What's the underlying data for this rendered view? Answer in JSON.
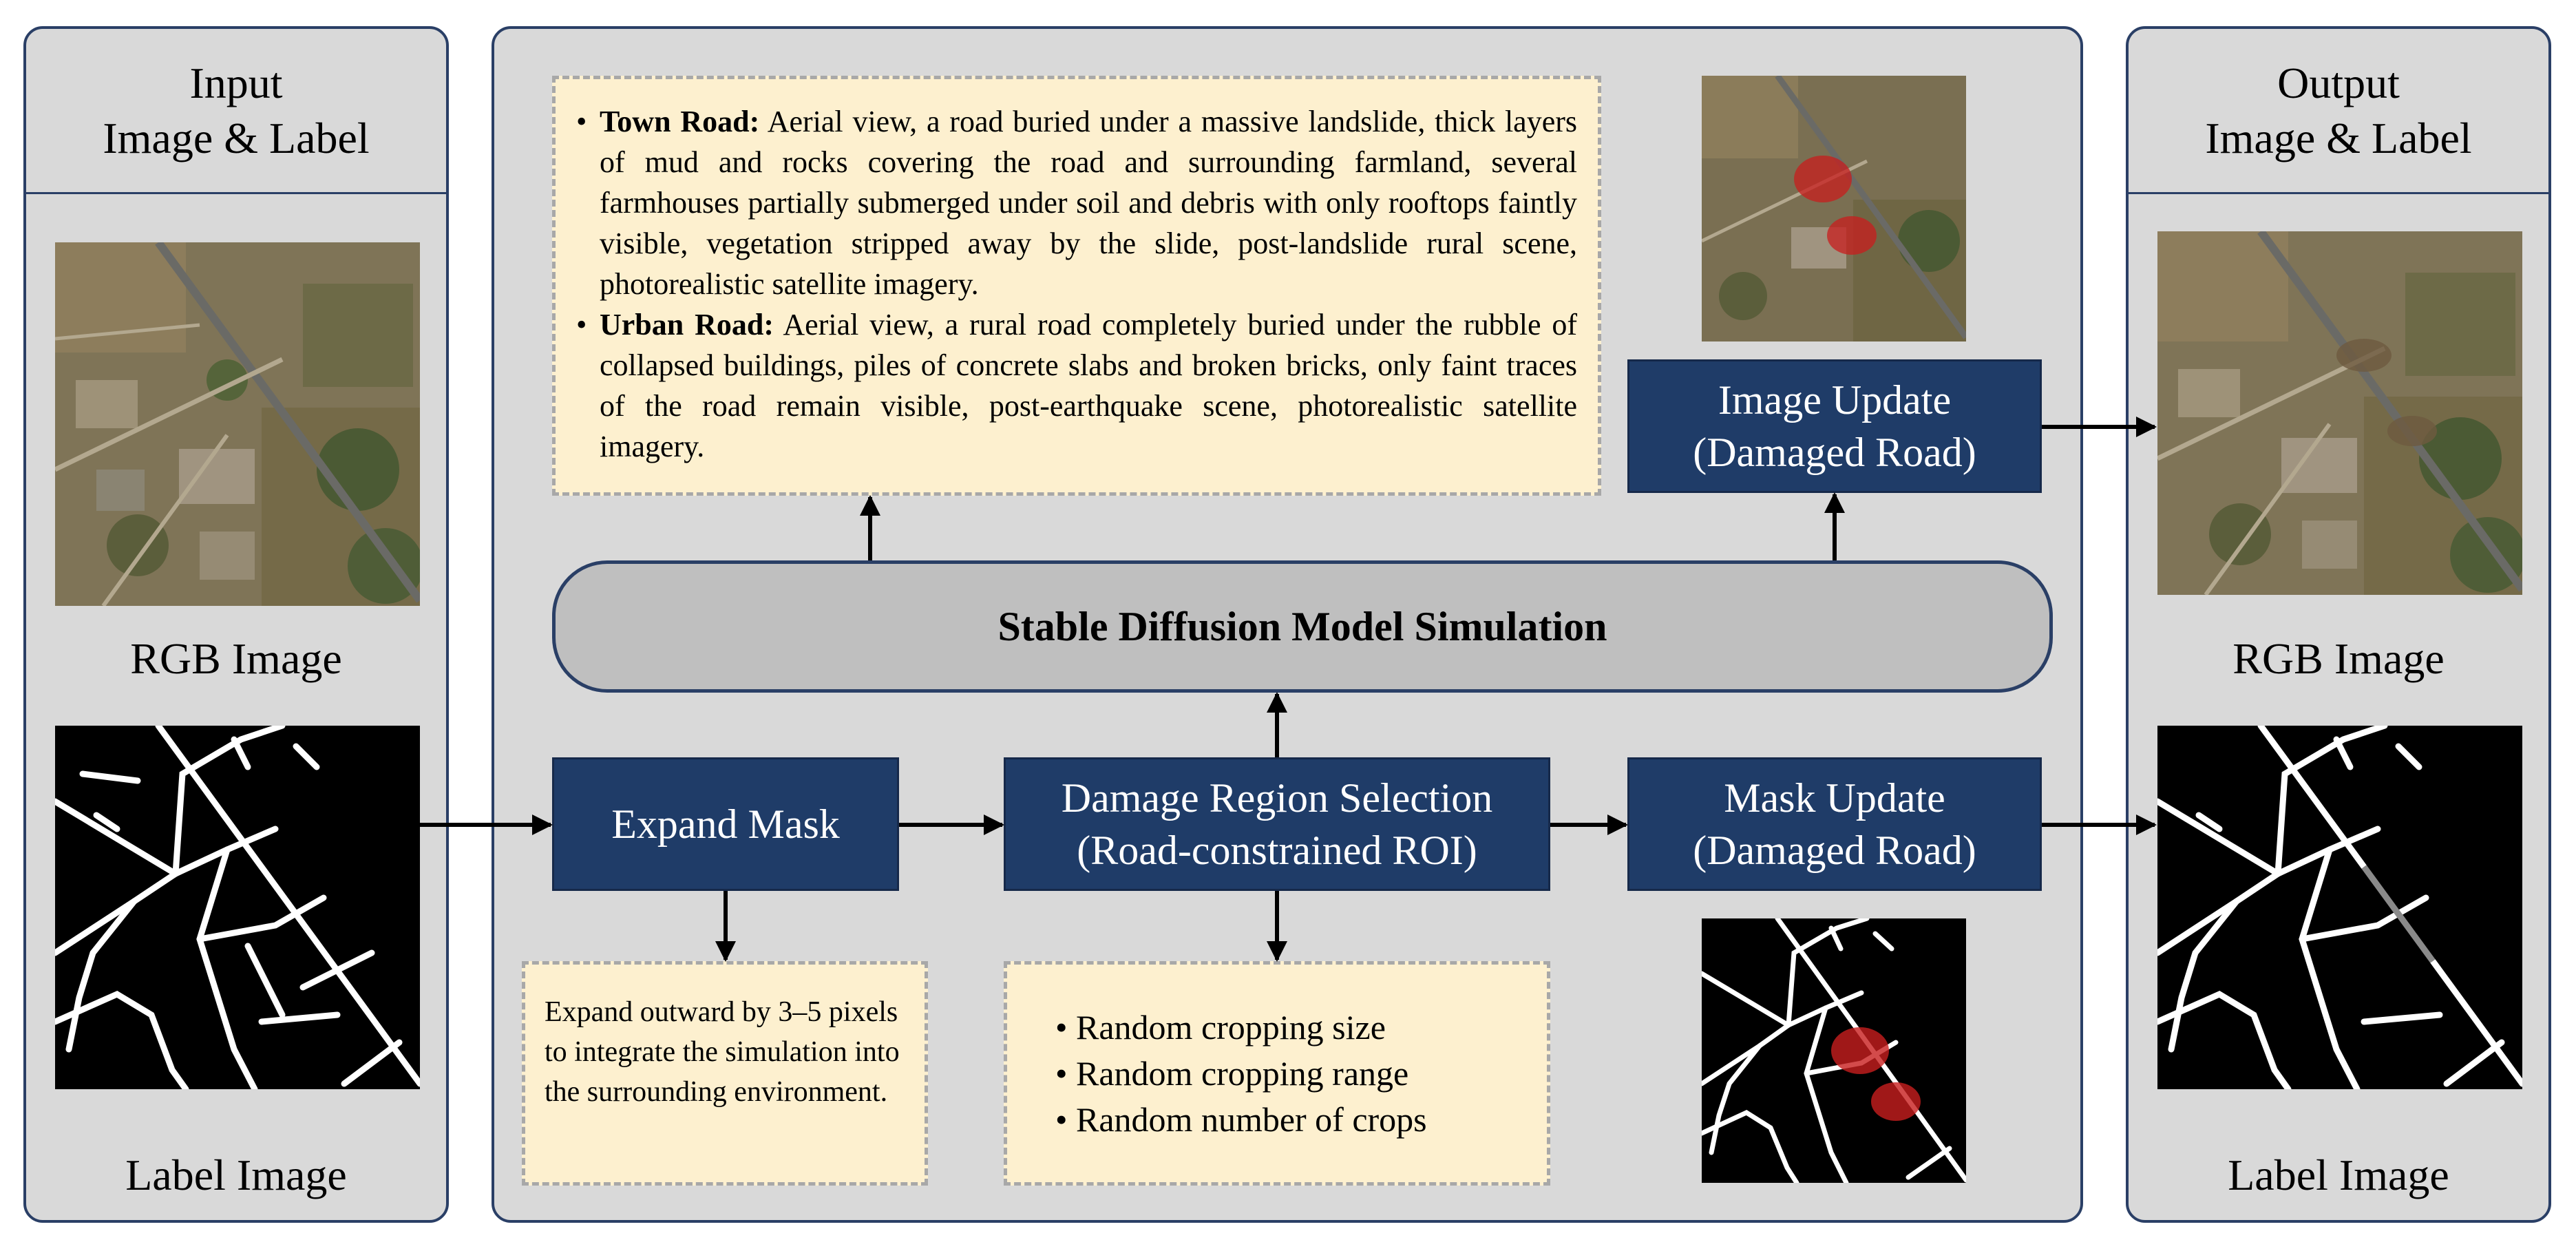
{
  "input_panel": {
    "title_line1": "Input",
    "title_line2": "Image & Label",
    "rgb_caption": "RGB Image",
    "label_caption": "Label Image"
  },
  "output_panel": {
    "title_line1": "Output",
    "title_line2": "Image & Label",
    "rgb_caption": "RGB Image",
    "label_caption": "Label Image"
  },
  "prompts": {
    "town_label": "Town Road:",
    "town_text": "Aerial view, a road buried under a massive landslide, thick layers of mud and rocks covering the road and surrounding farmland, several farmhouses partially submerged under soil and debris with only rooftops faintly visible, vegetation stripped away by the slide, post-landslide rural scene, photorealistic satellite imagery.",
    "urban_label": "Urban Road:",
    "urban_text": "Aerial view, a rural road completely buried under the rubble of collapsed buildings, piles of concrete slabs and broken bricks, only faint traces of the road remain visible, post-earthquake scene, photorealistic satellite imagery."
  },
  "stable_diffusion": {
    "label": "Stable Diffusion Model Simulation"
  },
  "image_update": {
    "line1": "Image Update",
    "line2": "(Damaged Road)"
  },
  "mask_update": {
    "line1": "Mask Update",
    "line2": "(Damaged Road)"
  },
  "expand_mask": {
    "label": "Expand Mask"
  },
  "damage_selection": {
    "line1": "Damage Region Selection",
    "line2": "(Road-constrained ROI)"
  },
  "expand_note": {
    "text": "Expand outward by 3–5 pixels to integrate the simulation into the surrounding environment."
  },
  "random_options": {
    "items": [
      "Random cropping size",
      "Random cropping range",
      "Random  number of crops"
    ]
  },
  "colors": {
    "panel_fill": "#d9d9d9",
    "panel_border": "#2a3f66",
    "blue_box": "#1f3c68",
    "note_fill": "#fdf0cf",
    "note_border": "#a8a8a8",
    "sdm_fill": "#bfbfbf",
    "damage_marker": "#c81e1e"
  }
}
